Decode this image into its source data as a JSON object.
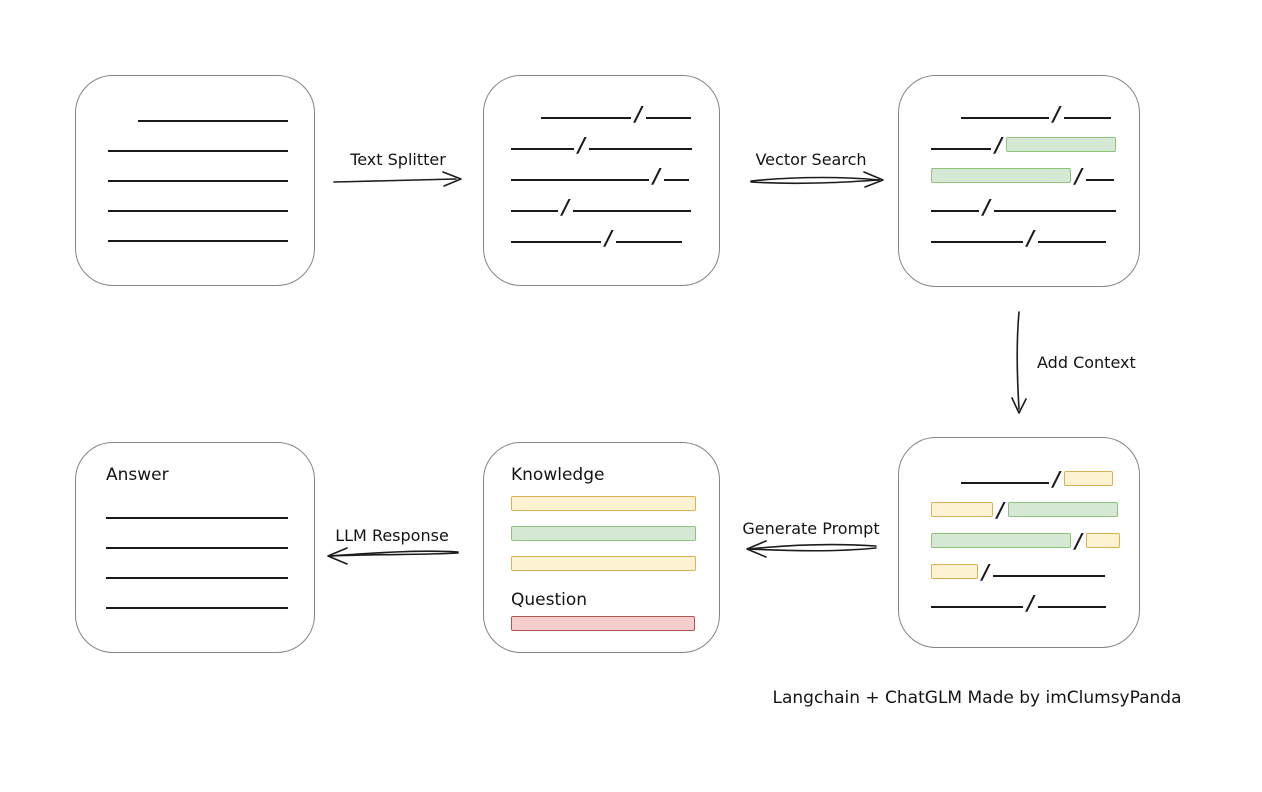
{
  "caption": "Langchain + ChatGLM Made by imClumsyPanda",
  "arrows": {
    "text_splitter": {
      "label": "Text Splitter",
      "direction": "right"
    },
    "vector_search": {
      "label": "Vector Search",
      "direction": "right"
    },
    "add_context": {
      "label": "Add Context",
      "direction": "down"
    },
    "generate_prompt": {
      "label": "Generate Prompt",
      "direction": "left"
    },
    "llm_response": {
      "label": "LLM Response",
      "direction": "left"
    }
  },
  "boxes": {
    "document": {
      "rows": [
        [
          {
            "t": "space",
            "w": 30
          },
          {
            "t": "line",
            "w": 150
          }
        ],
        [
          {
            "t": "line",
            "w": 180
          }
        ],
        [
          {
            "t": "line",
            "w": 180
          }
        ],
        [
          {
            "t": "line",
            "w": 180
          }
        ],
        [
          {
            "t": "line",
            "w": 180
          }
        ]
      ]
    },
    "chunks": {
      "rows": [
        [
          {
            "t": "space",
            "w": 30
          },
          {
            "t": "line",
            "w": 90
          },
          {
            "t": "slash"
          },
          {
            "t": "line",
            "w": 45
          }
        ],
        [
          {
            "t": "line",
            "w": 63
          },
          {
            "t": "slash"
          },
          {
            "t": "line",
            "w": 103
          }
        ],
        [
          {
            "t": "line",
            "w": 138
          },
          {
            "t": "slash"
          },
          {
            "t": "line",
            "w": 25
          }
        ],
        [
          {
            "t": "line",
            "w": 47
          },
          {
            "t": "slash"
          },
          {
            "t": "line",
            "w": 118
          }
        ],
        [
          {
            "t": "line",
            "w": 90
          },
          {
            "t": "slash"
          },
          {
            "t": "line",
            "w": 66
          }
        ]
      ]
    },
    "matches": {
      "rows": [
        [
          {
            "t": "space",
            "w": 30
          },
          {
            "t": "line",
            "w": 88
          },
          {
            "t": "slash"
          },
          {
            "t": "line",
            "w": 47
          }
        ],
        [
          {
            "t": "line",
            "w": 60
          },
          {
            "t": "slash"
          },
          {
            "t": "green",
            "w": 108
          }
        ],
        [
          {
            "t": "green",
            "w": 138
          },
          {
            "t": "slash"
          },
          {
            "t": "line",
            "w": 28
          }
        ],
        [
          {
            "t": "line",
            "w": 48
          },
          {
            "t": "slash"
          },
          {
            "t": "line",
            "w": 122
          }
        ],
        [
          {
            "t": "line",
            "w": 92
          },
          {
            "t": "slash"
          },
          {
            "t": "line",
            "w": 68
          }
        ]
      ]
    },
    "context": {
      "rows": [
        [
          {
            "t": "space",
            "w": 30
          },
          {
            "t": "line",
            "w": 88
          },
          {
            "t": "slash"
          },
          {
            "t": "yellow",
            "w": 47
          }
        ],
        [
          {
            "t": "yellow",
            "w": 60
          },
          {
            "t": "slash"
          },
          {
            "t": "green",
            "w": 108
          }
        ],
        [
          {
            "t": "green",
            "w": 138
          },
          {
            "t": "slash"
          },
          {
            "t": "yellow",
            "w": 32
          }
        ],
        [
          {
            "t": "yellow",
            "w": 45
          },
          {
            "t": "slash"
          },
          {
            "t": "line",
            "w": 112
          }
        ],
        [
          {
            "t": "line",
            "w": 92
          },
          {
            "t": "slash"
          },
          {
            "t": "line",
            "w": 68
          }
        ]
      ]
    },
    "prompt": {
      "knowledge_label": "Knowledge",
      "question_label": "Question",
      "knowledge_bars": [
        [
          {
            "t": "yellow",
            "w": 183
          }
        ],
        [
          {
            "t": "green",
            "w": 183
          }
        ],
        [
          {
            "t": "yellow",
            "w": 183
          }
        ]
      ],
      "question_bars": [
        [
          {
            "t": "red",
            "w": 182
          }
        ]
      ]
    },
    "answer": {
      "label": "Answer",
      "rows": [
        [
          {
            "t": "line",
            "w": 182
          }
        ],
        [
          {
            "t": "line",
            "w": 182
          }
        ],
        [
          {
            "t": "line",
            "w": 182
          }
        ],
        [
          {
            "t": "line",
            "w": 182
          }
        ]
      ]
    }
  },
  "colors": {
    "green-fill": "#d5e8d4",
    "green-stroke": "#8fc27b",
    "yellow-fill": "#fdf3d2",
    "yellow-stroke": "#d8b155",
    "red-fill": "#f6cfcc",
    "red-stroke": "#b45450",
    "line": "#1a1a1a",
    "box-border": "#858585",
    "arrow": "#1c1c1c"
  }
}
